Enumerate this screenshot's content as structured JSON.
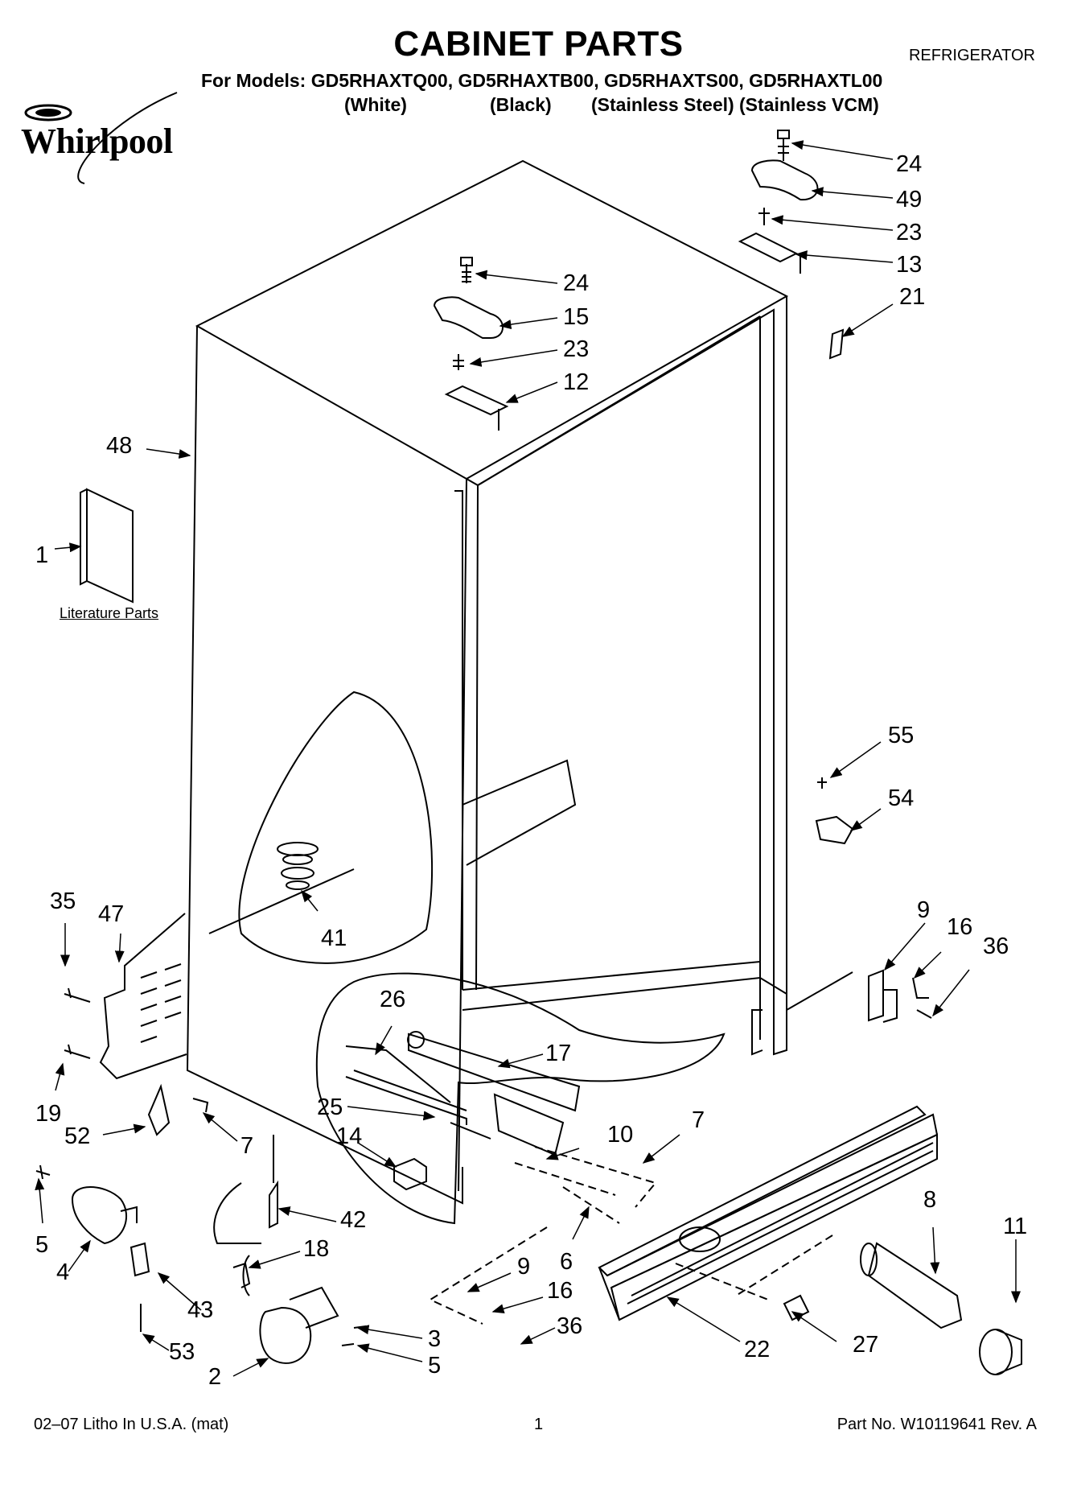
{
  "header": {
    "title": "CABINET PARTS",
    "category": "REFRIGERATOR",
    "models_line": "For Models: GD5RHAXTQ00, GD5RHAXTB00, GD5RHAXTS00, GD5RHAXTL00",
    "variants": [
      "(White)",
      "(Black)",
      "(Stainless Steel)",
      "(Stainless VCM)"
    ],
    "brand": "Whirlpool"
  },
  "literature_label": "Literature Parts",
  "callouts": [
    {
      "id": "c24a",
      "label": "24"
    },
    {
      "id": "c49",
      "label": "49"
    },
    {
      "id": "c23a",
      "label": "23"
    },
    {
      "id": "c13",
      "label": "13"
    },
    {
      "id": "c21",
      "label": "21"
    },
    {
      "id": "c24b",
      "label": "24"
    },
    {
      "id": "c15",
      "label": "15"
    },
    {
      "id": "c23b",
      "label": "23"
    },
    {
      "id": "c12",
      "label": "12"
    },
    {
      "id": "c48",
      "label": "48"
    },
    {
      "id": "c1",
      "label": "1"
    },
    {
      "id": "c55",
      "label": "55"
    },
    {
      "id": "c54",
      "label": "54"
    },
    {
      "id": "c35",
      "label": "35"
    },
    {
      "id": "c47",
      "label": "47"
    },
    {
      "id": "c41",
      "label": "41"
    },
    {
      "id": "c9a",
      "label": "9"
    },
    {
      "id": "c16a",
      "label": "16"
    },
    {
      "id": "c36a",
      "label": "36"
    },
    {
      "id": "c26",
      "label": "26"
    },
    {
      "id": "c17",
      "label": "17"
    },
    {
      "id": "c19",
      "label": "19"
    },
    {
      "id": "c52",
      "label": "52"
    },
    {
      "id": "c7a",
      "label": "7"
    },
    {
      "id": "c25",
      "label": "25"
    },
    {
      "id": "c14",
      "label": "14"
    },
    {
      "id": "c10",
      "label": "10"
    },
    {
      "id": "c7b",
      "label": "7"
    },
    {
      "id": "c42",
      "label": "42"
    },
    {
      "id": "c8",
      "label": "8"
    },
    {
      "id": "c11",
      "label": "11"
    },
    {
      "id": "c5a",
      "label": "5"
    },
    {
      "id": "c4",
      "label": "4"
    },
    {
      "id": "c18",
      "label": "18"
    },
    {
      "id": "c6",
      "label": "6"
    },
    {
      "id": "c9b",
      "label": "9"
    },
    {
      "id": "c16b",
      "label": "16"
    },
    {
      "id": "c43",
      "label": "43"
    },
    {
      "id": "c3",
      "label": "3"
    },
    {
      "id": "c36b",
      "label": "36"
    },
    {
      "id": "c53",
      "label": "53"
    },
    {
      "id": "c2",
      "label": "2"
    },
    {
      "id": "c5b",
      "label": "5"
    },
    {
      "id": "c22",
      "label": "22"
    },
    {
      "id": "c27",
      "label": "27"
    }
  ],
  "footer": {
    "left": "02–07 Litho In U.S.A. (mat)",
    "center": "1",
    "right": "Part No. W10119641 Rev. A"
  }
}
